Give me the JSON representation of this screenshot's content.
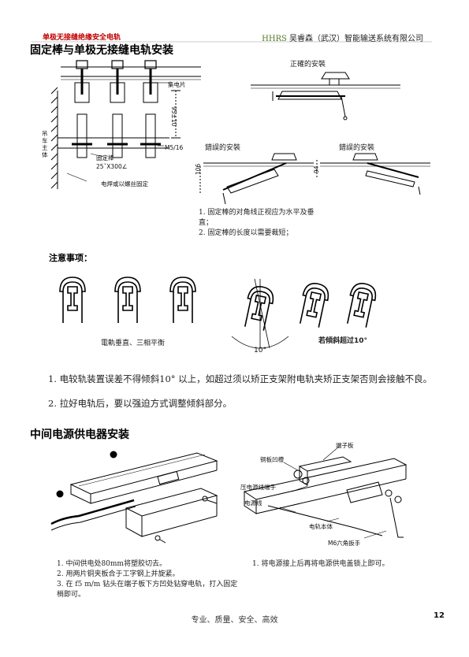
{
  "header": {
    "left_title": "单极无接缝绝缘安全电轨",
    "brand": "HHRS",
    "company": "吴睿森（武汉）智能输送系统有限公司"
  },
  "section1": {
    "title": "固定棒与单极无接缝电轨安装",
    "fig_labels": {
      "collector": "集电片",
      "dimension": "95±10",
      "bolt": "M5/16",
      "fixing_bar": "固定棒",
      "bar_size": "25ˇX300∠",
      "weld": "电焊或以螺丝固定",
      "crane_body": "吊车主体"
    },
    "correct_label": "正確的安裝",
    "wrong_label_1": "錯誤的安裝",
    "wrong_label_2": "錯誤的安裝",
    "dim_106": "106",
    "dim_94": "94",
    "notes": [
      "1. 固定棒的对角线正视应为水平及垂直；",
      "2. 固定棒的长度以需要裁短；"
    ]
  },
  "attention": {
    "title": "注意事项：",
    "vertical_caption": "電軌垂直、三相平衡",
    "angle_label": "10°",
    "tilt_caption": "若傾斜超过10°",
    "paragraphs": [
      "1. 电较轨装置误差不得倾斜10° 以上，如超过须以矫正支架附电轨夹矫正支架否则会接触不良。",
      "2. 拉好电轨后，要以强迫方式调整倾斜部分。"
    ]
  },
  "section2": {
    "title": "中间电源供电器安装",
    "fig_labels": {
      "terminal_plate": "端子板",
      "copper_groove": "铜板凹槽",
      "press_terminal": "压电源线端子",
      "power_line": "电源线",
      "rail_body": "电轨本体",
      "hex_wrench": "M6六角扳手"
    },
    "left_notes": [
      "1. 中间供电处80mm将塑胶切去。",
      "2. 用两片铜夹板合于工字钢上并旋紧。",
      "3. 在 f5 m/m 钻头在端子板下方凹处钻穿电轨，打入固定梢即可。"
    ],
    "right_notes": [
      "1. 将电源接上后再将电源供电盖锁上即可。"
    ]
  },
  "footer": {
    "slogan": "专业、质量、安全、高效",
    "page": "12"
  }
}
